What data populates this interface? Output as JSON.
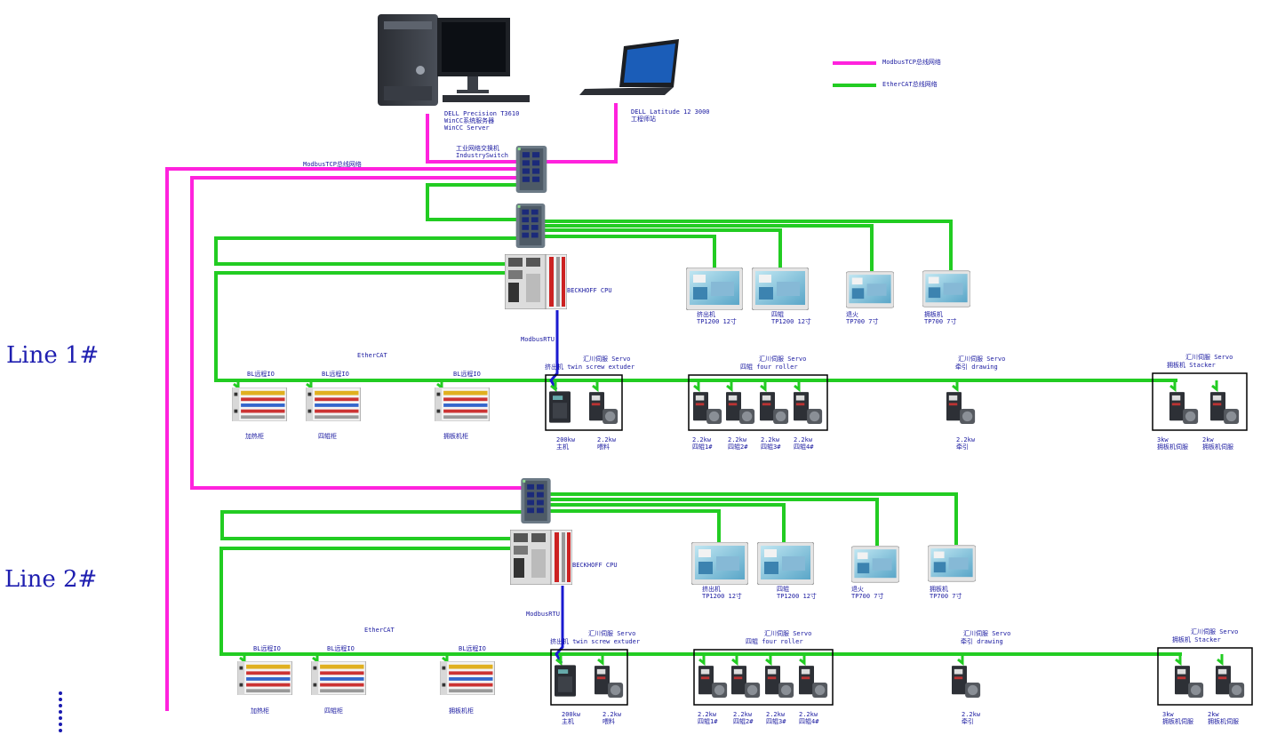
{
  "legend": {
    "modbus_label": "ModbusTCP总线网络",
    "ethercat_label": "EtherCAT总线网络",
    "modbus_color": "#ff22dd",
    "ethercat_color": "#22cc22",
    "modbusrtu_color": "#1a1ad0"
  },
  "top": {
    "workstation_lines": [
      "DELL Precision T3610",
      "WinCC系统服务器",
      "WinCC Server"
    ],
    "laptop_lines": [
      "DELL Latitude 12 3000",
      "工程师站"
    ],
    "switch_lines": [
      "工业网络交换机",
      "IndustrySwitch"
    ],
    "modbus_tcp_label": "ModbusTCP总线网络"
  },
  "lines": [
    {
      "title": "Line 1#",
      "cpu_label": "BECKHOFF CPU",
      "modbusrtu_label": "ModbusRTU",
      "ethercat_label": "EtherCAT",
      "hmis": [
        {
          "lines": [
            "挤出机",
            "TP1200  12寸"
          ]
        },
        {
          "lines": [
            "四辊",
            "TP1200  12寸"
          ]
        },
        {
          "lines": [
            "退火",
            "TP700  7寸"
          ]
        },
        {
          "lines": [
            "拥板机",
            "TP700  7寸"
          ]
        }
      ],
      "io_modules": [
        {
          "top": "BL远程IO",
          "bottom": "加热柜"
        },
        {
          "top": "BL远程IO",
          "bottom": "四辊柜"
        },
        {
          "top": "BL远程IO",
          "bottom": "拥板机柜"
        }
      ],
      "groups": [
        {
          "head": [
            "汇川伺服 Servo",
            "挤出机  twin screw extuder"
          ],
          "drives": [
            {
              "lines": [
                "200kw",
                "主机"
              ]
            },
            {
              "lines": [
                "2.2kw",
                "喂料"
              ]
            }
          ]
        },
        {
          "head": [
            "汇川伺服 Servo",
            "四辊  four roller"
          ],
          "drives": [
            {
              "lines": [
                "2.2kw",
                "四辊1#"
              ]
            },
            {
              "lines": [
                "2.2kw",
                "四辊2#"
              ]
            },
            {
              "lines": [
                "2.2kw",
                "四辊3#"
              ]
            },
            {
              "lines": [
                "2.2kw",
                "四辊4#"
              ]
            }
          ]
        },
        {
          "head": [
            "汇川伺服 Servo",
            "牵引  drawing"
          ],
          "drives": [
            {
              "lines": [
                "2.2kw",
                "牵引"
              ]
            }
          ]
        },
        {
          "head": [
            "汇川伺服 Servo",
            "拥板机  Stacker"
          ],
          "drives": [
            {
              "lines": [
                "3kw",
                "拥板机伺服"
              ]
            },
            {
              "lines": [
                "2kw",
                "拥板机伺服"
              ]
            }
          ]
        }
      ]
    },
    {
      "title": "Line 2#",
      "cpu_label": "BECKHOFF CPU",
      "modbusrtu_label": "ModbusRTU",
      "ethercat_label": "EtherCAT",
      "hmis": [
        {
          "lines": [
            "挤出机",
            "TP1200  12寸"
          ]
        },
        {
          "lines": [
            "四辊",
            "TP1200  12寸"
          ]
        },
        {
          "lines": [
            "退火",
            "TP700  7寸"
          ]
        },
        {
          "lines": [
            "拥板机",
            "TP700  7寸"
          ]
        }
      ],
      "io_modules": [
        {
          "top": "BL远程IO",
          "bottom": "加热柜"
        },
        {
          "top": "BL远程IO",
          "bottom": "四辊柜"
        },
        {
          "top": "BL远程IO",
          "bottom": "拥板机柜"
        }
      ],
      "groups": [
        {
          "head": [
            "汇川伺服 Servo",
            "挤出机  twin screw extuder"
          ],
          "drives": [
            {
              "lines": [
                "200kw",
                "主机"
              ]
            },
            {
              "lines": [
                "2.2kw",
                "喂料"
              ]
            }
          ]
        },
        {
          "head": [
            "汇川伺服 Servo",
            "四辊  four roller"
          ],
          "drives": [
            {
              "lines": [
                "2.2kw",
                "四辊1#"
              ]
            },
            {
              "lines": [
                "2.2kw",
                "四辊2#"
              ]
            },
            {
              "lines": [
                "2.2kw",
                "四辊3#"
              ]
            },
            {
              "lines": [
                "2.2kw",
                "四辊4#"
              ]
            }
          ]
        },
        {
          "head": [
            "汇川伺服 Servo",
            "牵引  drawing"
          ],
          "drives": [
            {
              "lines": [
                "2.2kw",
                "牵引"
              ]
            }
          ]
        },
        {
          "head": [
            "汇川伺服 Servo",
            "拥板机  Stacker"
          ],
          "drives": [
            {
              "lines": [
                "3kw",
                "拥板机伺服"
              ]
            },
            {
              "lines": [
                "2kw",
                "拥板机伺服"
              ]
            }
          ]
        }
      ]
    }
  ]
}
